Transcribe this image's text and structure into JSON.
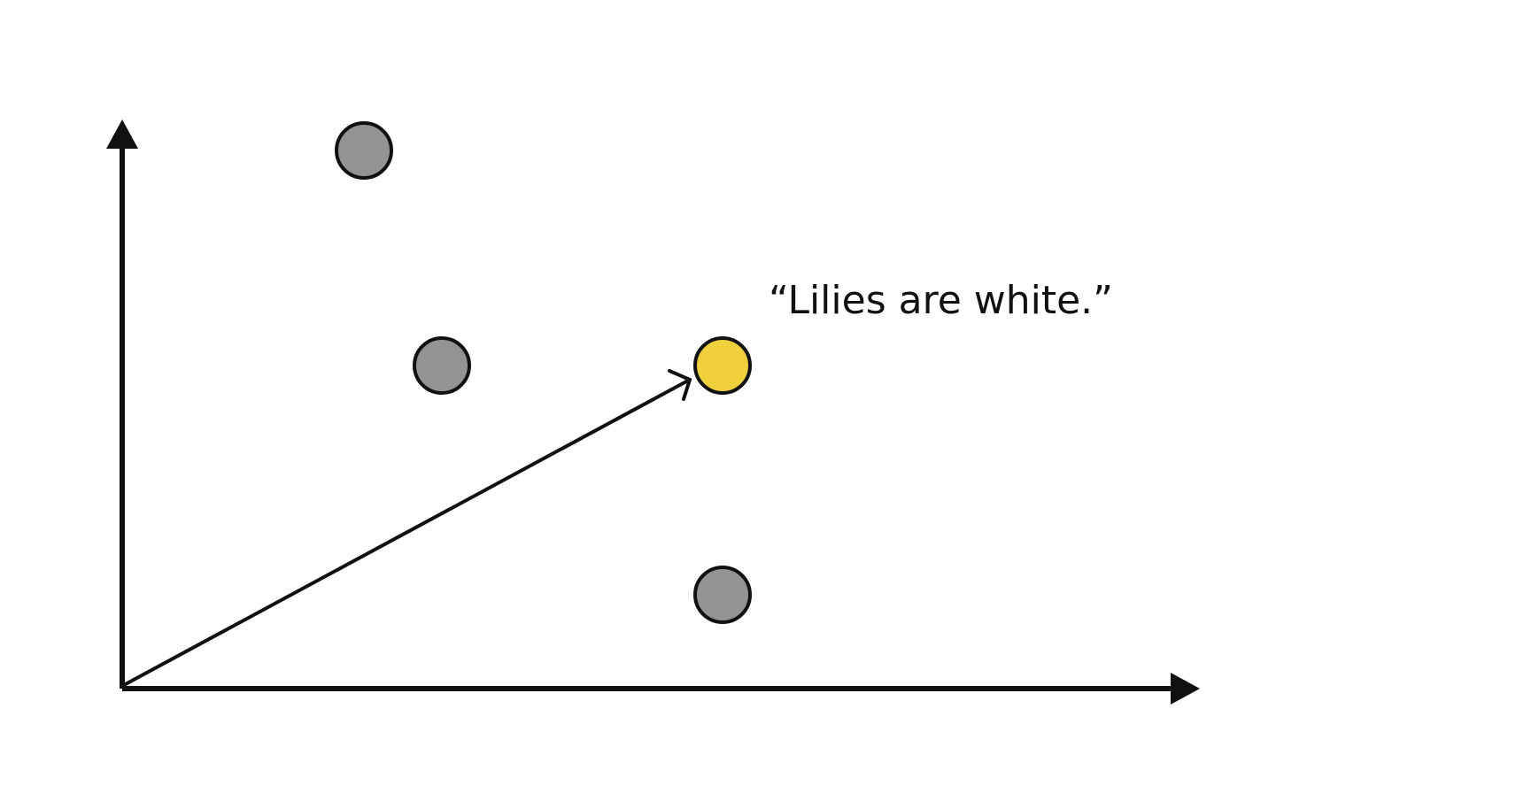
{
  "diagram": {
    "label": "“Lilies are white.”",
    "colors": {
      "background": "#ffffff",
      "stroke": "#111111",
      "point_default": "#939393",
      "point_highlight": "#f0cf3c"
    },
    "points": [
      {
        "name": "point-gray-top",
        "state": "default"
      },
      {
        "name": "point-gray-middle",
        "state": "default"
      },
      {
        "name": "point-highlighted",
        "state": "highlighted"
      },
      {
        "name": "point-gray-bottom",
        "state": "default"
      }
    ]
  }
}
